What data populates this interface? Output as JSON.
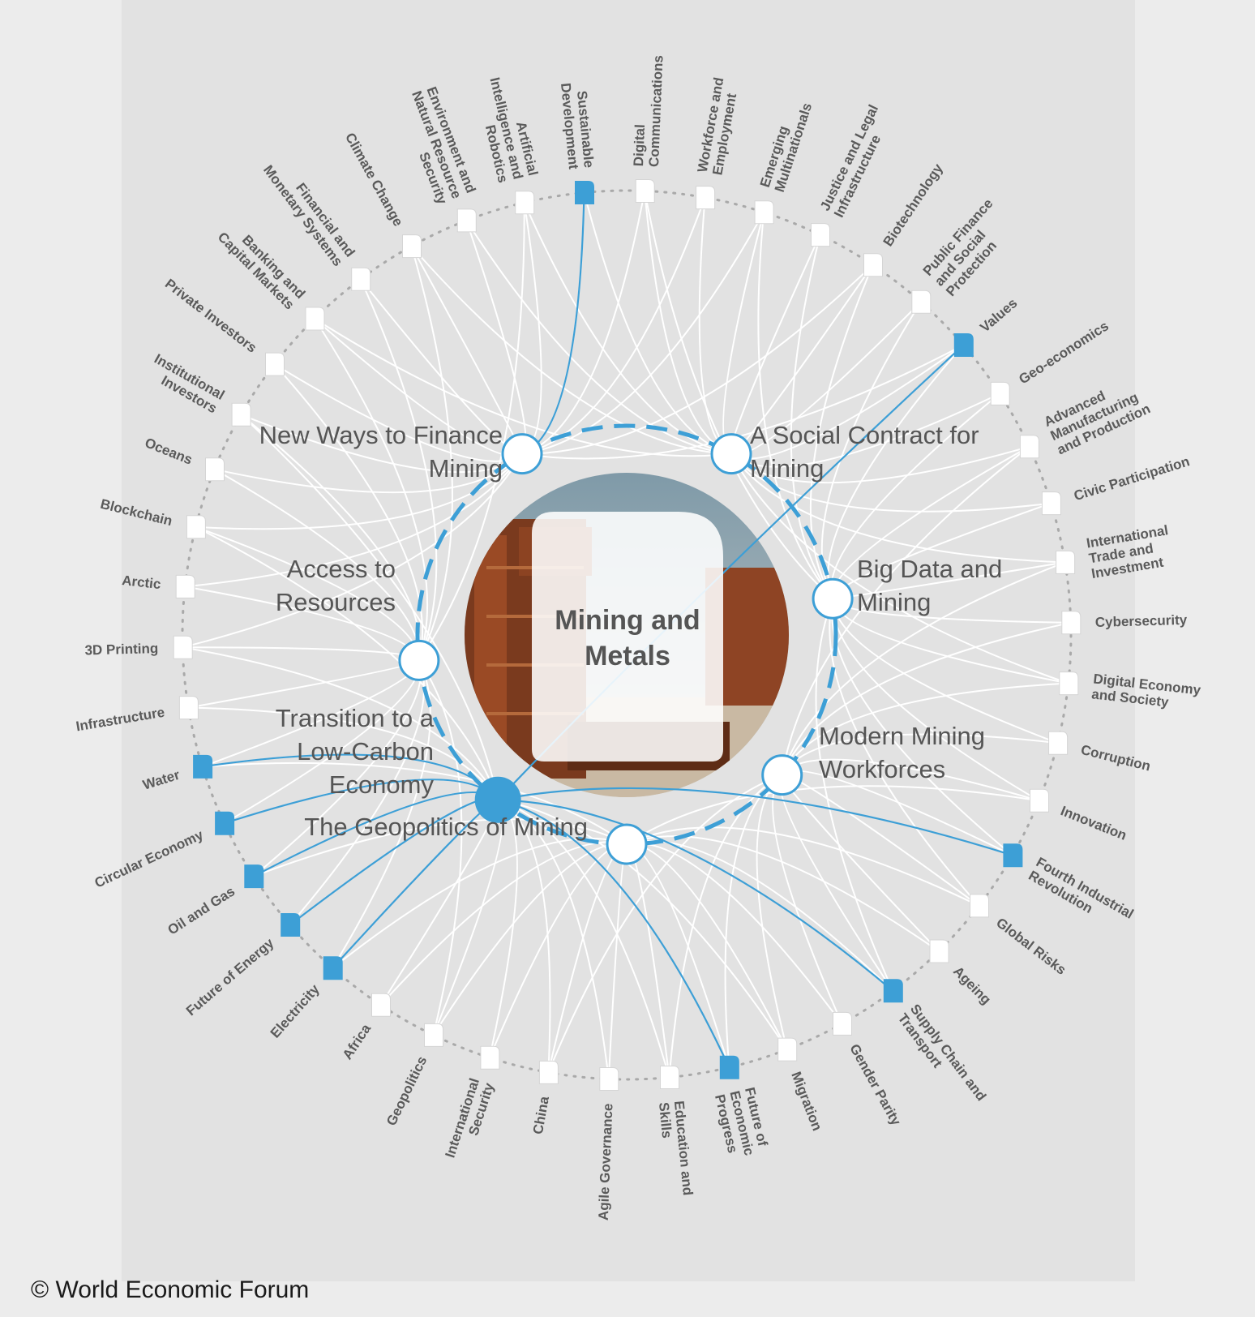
{
  "center": {
    "title_lines": [
      "Mining and",
      "Metals"
    ]
  },
  "colors": {
    "accent": "#3d9fd6",
    "link": "#ffffff",
    "node_fill": "#ffffff",
    "label": "#5a5a5a"
  },
  "inner_nodes": [
    {
      "id": "finance",
      "label_lines": [
        "New Ways to Finance",
        "Mining"
      ],
      "highlight": false
    },
    {
      "id": "social",
      "label_lines": [
        "A Social Contract for",
        "Mining"
      ],
      "highlight": false
    },
    {
      "id": "access",
      "label_lines": [
        "Access to",
        "Resources"
      ],
      "highlight": false
    },
    {
      "id": "bigdata",
      "label_lines": [
        "Big Data and",
        "Mining"
      ],
      "highlight": false
    },
    {
      "id": "lowcarbon",
      "label_lines": [
        "Transition to a",
        "Low-Carbon",
        "Economy"
      ],
      "highlight": true
    },
    {
      "id": "workforce",
      "label_lines": [
        "Modern Mining",
        "Workforces"
      ],
      "highlight": false
    },
    {
      "id": "geopolitics",
      "label_lines": [
        "The Geopolitics of Mining"
      ],
      "highlight": false
    }
  ],
  "outer_nodes": [
    {
      "label_lines": [
        "Sustainable",
        "Development"
      ],
      "highlight": true
    },
    {
      "label_lines": [
        "Digital",
        "Communications"
      ],
      "highlight": false
    },
    {
      "label_lines": [
        "Workforce and",
        "Employment"
      ],
      "highlight": false
    },
    {
      "label_lines": [
        "Emerging",
        "Multinationals"
      ],
      "highlight": false
    },
    {
      "label_lines": [
        "Justice and Legal",
        "Infrastructure"
      ],
      "highlight": false
    },
    {
      "label_lines": [
        "Biotechnology"
      ],
      "highlight": false
    },
    {
      "label_lines": [
        "Public Finance",
        "and Social",
        "Protection"
      ],
      "highlight": false
    },
    {
      "label_lines": [
        "Values"
      ],
      "highlight": true
    },
    {
      "label_lines": [
        "Geo-economics"
      ],
      "highlight": false
    },
    {
      "label_lines": [
        "Advanced",
        "Manufacturing",
        "and Production"
      ],
      "highlight": false
    },
    {
      "label_lines": [
        "Civic Participation"
      ],
      "highlight": false
    },
    {
      "label_lines": [
        "International",
        "Trade and",
        "Investment"
      ],
      "highlight": false
    },
    {
      "label_lines": [
        "Cybersecurity"
      ],
      "highlight": false
    },
    {
      "label_lines": [
        "Digital Economy",
        "and Society"
      ],
      "highlight": false
    },
    {
      "label_lines": [
        "Corruption"
      ],
      "highlight": false
    },
    {
      "label_lines": [
        "Innovation"
      ],
      "highlight": false
    },
    {
      "label_lines": [
        "Fourth Industrial",
        "Revolution"
      ],
      "highlight": true
    },
    {
      "label_lines": [
        "Global Risks"
      ],
      "highlight": false
    },
    {
      "label_lines": [
        "Ageing"
      ],
      "highlight": false
    },
    {
      "label_lines": [
        "Supply Chain and",
        "Transport"
      ],
      "highlight": true
    },
    {
      "label_lines": [
        "Gender Parity"
      ],
      "highlight": false
    },
    {
      "label_lines": [
        "Migration"
      ],
      "highlight": false
    },
    {
      "label_lines": [
        "Future of",
        "Economic",
        "Progress"
      ],
      "highlight": true
    },
    {
      "label_lines": [
        "Education and",
        "Skills"
      ],
      "highlight": false
    },
    {
      "label_lines": [
        "Agile Governance"
      ],
      "highlight": false
    },
    {
      "label_lines": [
        "China"
      ],
      "highlight": false
    },
    {
      "label_lines": [
        "International",
        "Security"
      ],
      "highlight": false
    },
    {
      "label_lines": [
        "Geopolitics"
      ],
      "highlight": false
    },
    {
      "label_lines": [
        "Africa"
      ],
      "highlight": false
    },
    {
      "label_lines": [
        "Electricity"
      ],
      "highlight": true
    },
    {
      "label_lines": [
        "Future of Energy"
      ],
      "highlight": true
    },
    {
      "label_lines": [
        "Oil and Gas"
      ],
      "highlight": true
    },
    {
      "label_lines": [
        "Circular Economy"
      ],
      "highlight": true
    },
    {
      "label_lines": [
        "Water"
      ],
      "highlight": true
    },
    {
      "label_lines": [
        "Infrastructure"
      ],
      "highlight": false
    },
    {
      "label_lines": [
        "3D Printing"
      ],
      "highlight": false
    },
    {
      "label_lines": [
        "Arctic"
      ],
      "highlight": false
    },
    {
      "label_lines": [
        "Blockchain"
      ],
      "highlight": false
    },
    {
      "label_lines": [
        "Oceans"
      ],
      "highlight": false
    },
    {
      "label_lines": [
        "Institutional",
        "Investors"
      ],
      "highlight": false
    },
    {
      "label_lines": [
        "Private Investors"
      ],
      "highlight": false
    },
    {
      "label_lines": [
        "Banking and",
        "Capital Markets"
      ],
      "highlight": false
    },
    {
      "label_lines": [
        "Financial and",
        "Monetary Systems"
      ],
      "highlight": false
    },
    {
      "label_lines": [
        "Climate Change"
      ],
      "highlight": false
    },
    {
      "label_lines": [
        "Environment and",
        "Natural Resource",
        "Security"
      ],
      "highlight": false
    },
    {
      "label_lines": [
        "Artificial",
        "Intelligence and",
        "Robotics"
      ],
      "highlight": false
    }
  ],
  "footer": {
    "copyright": "© World Economic Forum"
  }
}
